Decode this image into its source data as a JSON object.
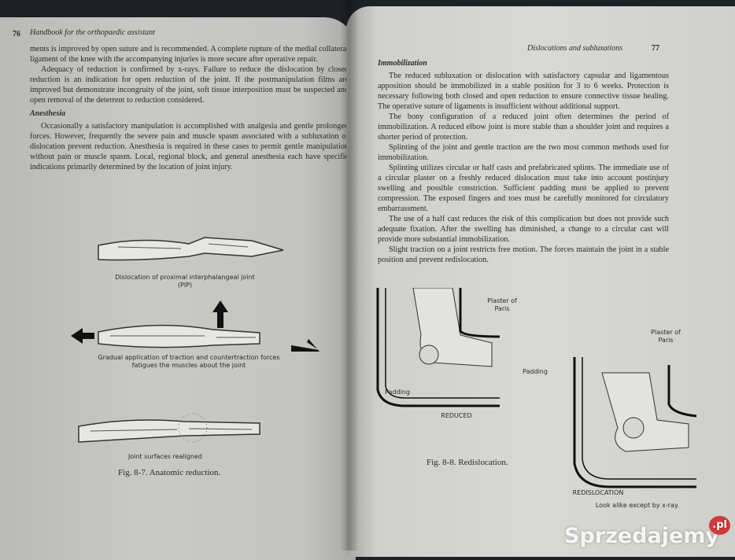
{
  "left_page": {
    "running_head": "Handbook for the orthopaedic assistant",
    "page_number": "76",
    "paragraphs": [
      "ments is improved by open suture and is recommended. A complete rupture of the medial collateral ligament of the knee with the accompanying injuries is more secure after operative repair.",
      "Adequacy of reduction is confirmed by x-rays. Failure to reduce the dislocation by closed reduction is an indication for open reduction of the joint. If the postmanipulation films are improved but demonstrate incongruity of the joint, soft tissue interposition must be suspected and open removal of the deterrent to reduction considered."
    ],
    "section_heading": "Anesthesia",
    "anesthesia_text": "Occasionally a satisfactory manipulation is accomplished with analgesia and gentle prolonged forces. However, frequently the severe pain and muscle spasm associated with a subluxation or dislocation prevent reduction. Anesthesia is required in these cases to permit gentle manipulation without pain or muscle spasm. Local, regional block, and general anesthesia each have specific indications primarily determined by the location of joint injury.",
    "caption_1": "Dislocation of proximal interphalangeal joint (PIP)",
    "caption_2": "Gradual application of traction and countertraction forces fatigues the muscles about the joint",
    "caption_3": "Joint surfaces realigned",
    "figure_title": "Fig. 8-7. Anatomic reduction."
  },
  "right_page": {
    "running_head": "Dislocations and subluxations",
    "page_number": "77",
    "section_heading": "Immobilization",
    "paragraphs": [
      "The reduced subluxation or dislocation with satisfactory capsular and ligamentous apposition should be immobilized in a stable position for 3 to 6 weeks. Protection is necessary following both closed and open reduction to ensure connective tissue healing. The operative suture of ligaments is insufficient without additional support.",
      "The bony configuration of a reduced joint often determines the period of immobilization. A reduced elbow joint is more stable than a shoulder joint and requires a shorter period of protection.",
      "Splinting of the joint and gentle traction are the two most common methods used for immobilization.",
      "Splinting utilizes circular or half casts and prefabricated splints. The immediate use of a circular plaster on a freshly reduced dislocation must take into account postinjury swelling and possible constriction. Sufficient padding must be applied to prevent compression. The exposed fingers and toes must be carefully monitored for circulatory embarrassment.",
      "The use of a half cast reduces the risk of this complication but does not provide such adequate fixation. After the swelling has diminished, a change to a circular cast will provide more substantial immobilization.",
      "Slight traction on a joint restricts free motion. The forces maintain the joint in a stable position and prevent redislocation."
    ],
    "labels": {
      "plaster_1": "Plaster of Paris",
      "padding_1": "Padding",
      "reduced": "REDUCED",
      "plaster_2": "Plaster of Paris",
      "padding_2": "Padding",
      "redislocation": "REDISLOCATION",
      "look_alike": "Look alike except by x-ray."
    },
    "figure_title": "Fig. 8-8. Redislocation."
  },
  "watermark": {
    "text": "Sprzedajemy",
    "badge": ".pl",
    "badge_color": "#d23b3b"
  }
}
